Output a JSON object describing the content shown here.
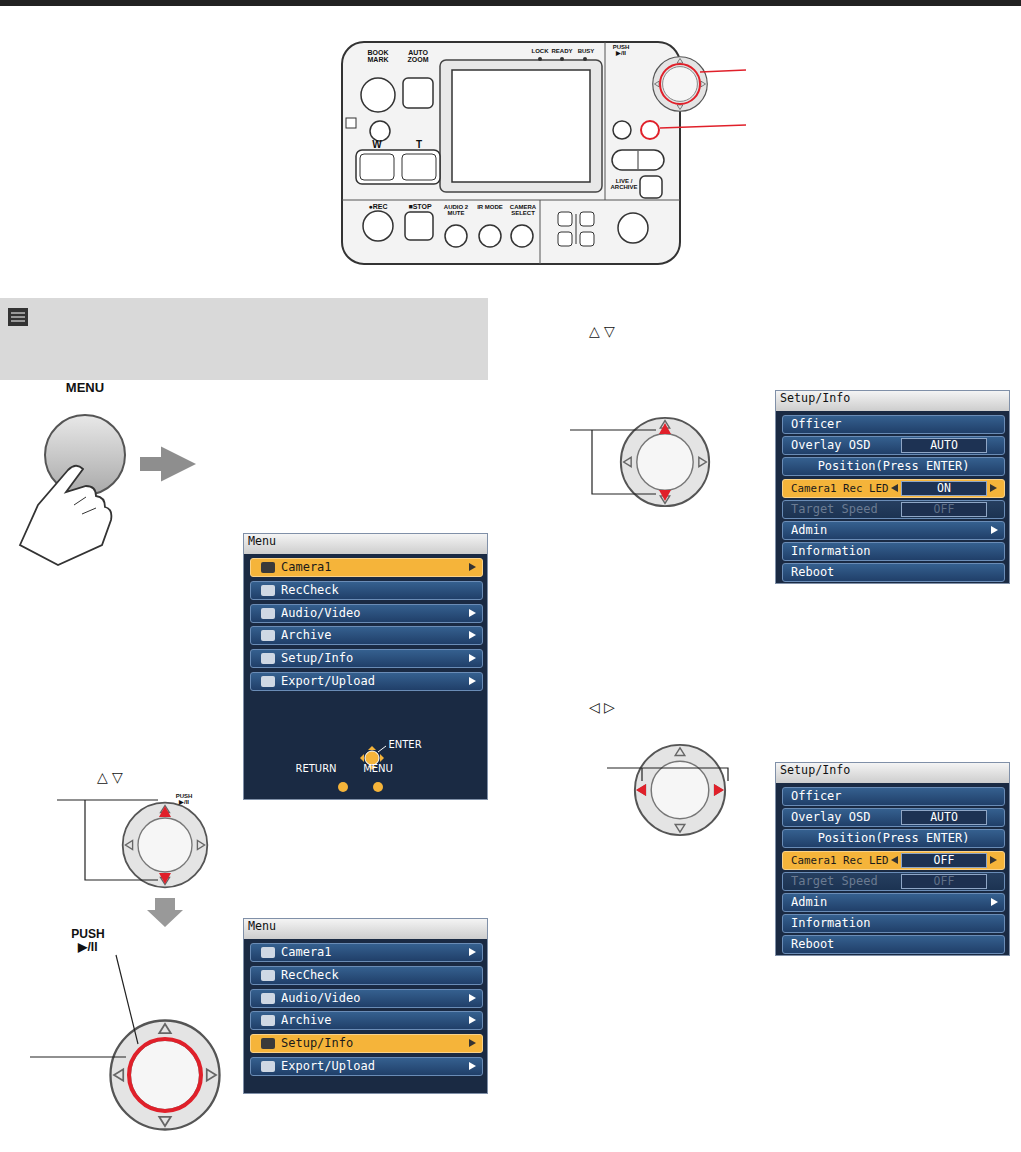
{
  "diagram": {
    "nodes": [
      {
        "text": [
          "MENU"
        ]
      },
      {
        "text": [
          "Menu"
        ]
      },
      {
        "text": [
          "Camera1"
        ],
        "in": 1
      },
      {
        "text": [
          "RecCheck"
        ],
        "in": 1
      },
      {
        "text": [
          "Audio/Video"
        ],
        "in": 1
      },
      {
        "text": [
          "Archive"
        ],
        "in": 1
      },
      {
        "text": [
          "Setup/Info"
        ],
        "in": 1
      },
      {
        "text": [
          "Export/Upload"
        ],
        "in": 1
      },
      {
        "text": [
          "Menu"
        ]
      },
      {
        "text": [
          "Camera1"
        ],
        "in": 8
      },
      {
        "text": [
          "RecCheck"
        ],
        "in": 8
      },
      {
        "text": [
          "Audio/Video"
        ],
        "in": 8
      },
      {
        "text": [
          "Archive"
        ],
        "in": 8
      },
      {
        "text": [
          "Setup/Info"
        ],
        "in": 8
      },
      {
        "text": [
          "Export/Upload"
        ],
        "in": 8
      },
      {
        "text": [
          "Setup/Info"
        ]
      },
      {
        "text": [
          "Officer"
        ],
        "in": 15
      },
      {
        "text": [
          "Overlay OSD"
        ],
        "in": 15
      },
      {
        "text": [
          "AUTO"
        ],
        "in": 17
      },
      {
        "text": [
          "Position(Press ENTER)"
        ],
        "in": 15
      },
      {
        "text": [
          "Camera1 Rec LED"
        ],
        "in": 15
      },
      {
        "text": [
          "ON"
        ],
        "in": 20
      },
      {
        "text": [
          "Target Speed"
        ],
        "in": 15
      },
      {
        "text": [
          "OFF"
        ],
        "in": 22
      },
      {
        "text": [
          "Admin"
        ],
        "in": 15
      },
      {
        "text": [
          "Information"
        ],
        "in": 15
      },
      {
        "text": [
          "Reboot"
        ],
        "in": 15
      },
      {
        "text": [
          "Setup/Info"
        ]
      },
      {
        "text": [
          "Officer"
        ],
        "in": 27
      },
      {
        "text": [
          "Overlay OSD"
        ],
        "in": 27
      },
      {
        "text": [
          "AUTO"
        ],
        "in": 29
      },
      {
        "text": [
          "Position(Press ENTER)"
        ],
        "in": 27
      },
      {
        "text": [
          "Camera1 Rec LED"
        ],
        "in": 27
      },
      {
        "text": [
          "OFF"
        ],
        "in": 32
      },
      {
        "text": [
          "Target Speed"
        ],
        "in": 27
      },
      {
        "text": [
          "OFF"
        ],
        "in": 34
      },
      {
        "text": [
          "Admin"
        ],
        "in": 27
      },
      {
        "text": [
          "Information"
        ],
        "in": 27
      },
      {
        "text": [
          "Reboot"
        ],
        "in": 27
      }
    ],
    "edges": [
      {
        "from": 0,
        "to": 1,
        "arrow": "to"
      }
    ],
    "labels": [
      "BOOK MARK",
      "AUTO ZOOM",
      "LOCK",
      "READY",
      "BUSY",
      "PUSH ▶/II",
      "W",
      "T",
      "●REC",
      "■STOP",
      "AUDIO 2 MUTE",
      "IR MODE",
      "CAMERA SELECT",
      "LIVE / ARCHIVE",
      "△ ▽",
      "PUSH ▶/II",
      "PUSH ▶/II",
      "ENTER",
      "RETURN",
      "MENU",
      "△ ▽",
      "◁ ▷"
    ]
  }
}
